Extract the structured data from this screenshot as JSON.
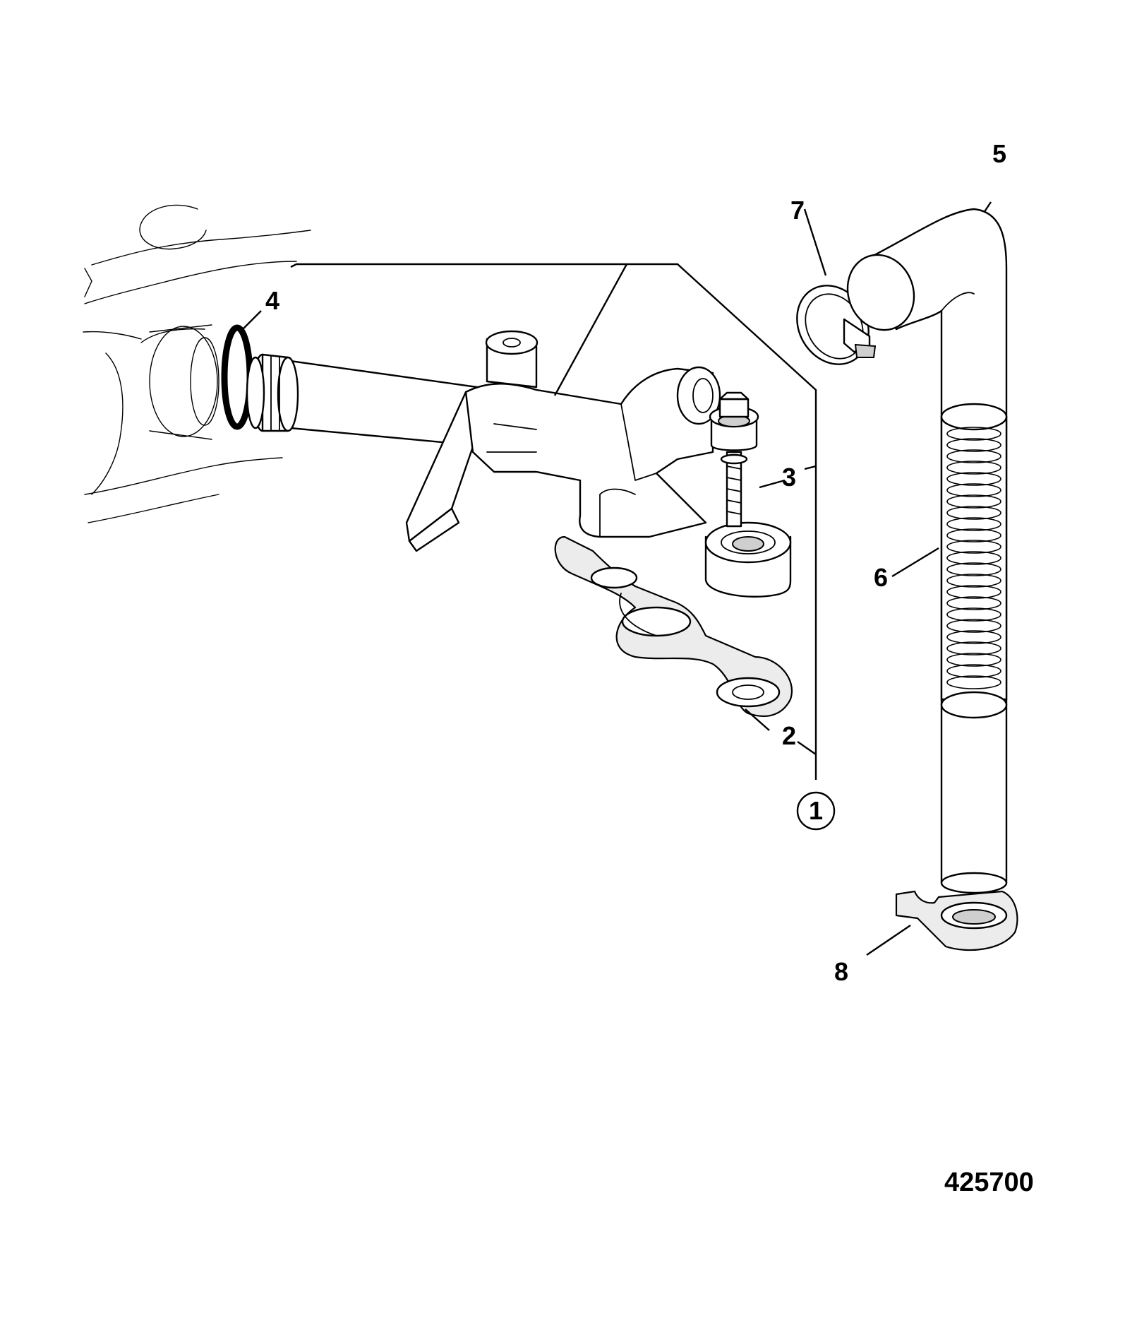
{
  "figure_number": "425700",
  "callouts": {
    "c1": "1",
    "c2": "2",
    "c3": "3",
    "c4": "4",
    "c5": "5",
    "c6": "6",
    "c7": "7",
    "c8": "8"
  }
}
